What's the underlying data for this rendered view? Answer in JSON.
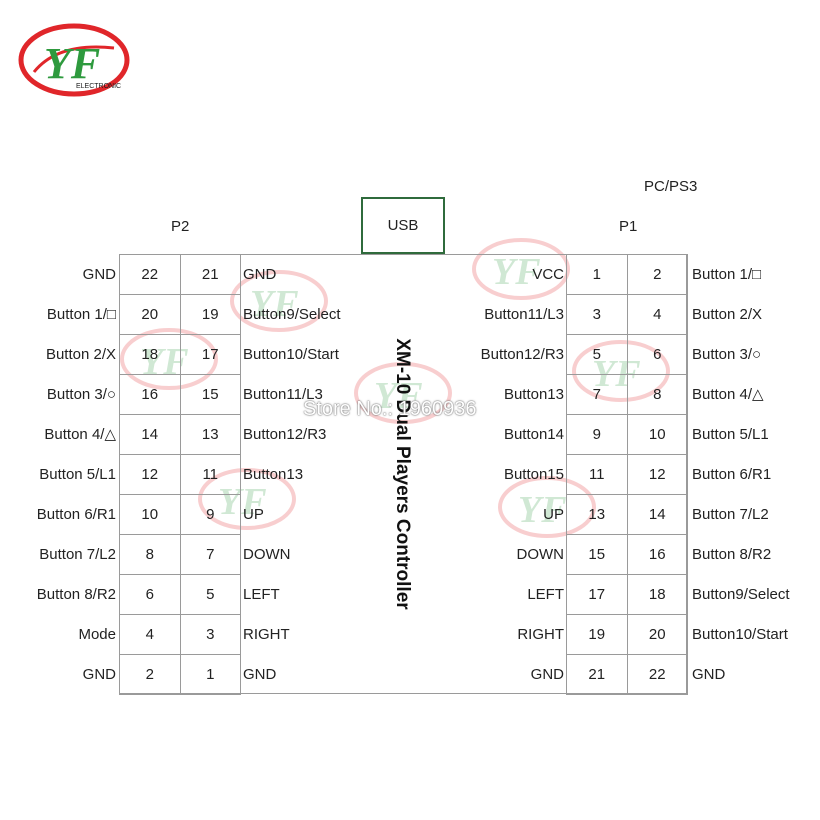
{
  "logo": {
    "brand_letters": "YF",
    "brand_subtext": "ELECTRONIC"
  },
  "header": {
    "mode_label": "PC/PS3",
    "p2_label": "P2",
    "p1_label": "P1",
    "usb_label": "USB"
  },
  "title": "XM-10 Dual Players Controller",
  "watermark": "Store No.: 1960936",
  "p2": {
    "rows": [
      {
        "left_label": "GND",
        "left_pin": "22",
        "right_pin": "21",
        "right_label": "GND"
      },
      {
        "left_label": "Button 1/□",
        "left_pin": "20",
        "right_pin": "19",
        "right_label": "Button9/Select"
      },
      {
        "left_label": "Button 2/X",
        "left_pin": "18",
        "right_pin": "17",
        "right_label": "Button10/Start"
      },
      {
        "left_label": "Button 3/○",
        "left_pin": "16",
        "right_pin": "15",
        "right_label": "Button11/L3"
      },
      {
        "left_label": "Button 4/△",
        "left_pin": "14",
        "right_pin": "13",
        "right_label": "Button12/R3"
      },
      {
        "left_label": "Button 5/L1",
        "left_pin": "12",
        "right_pin": "11",
        "right_label": "Button13"
      },
      {
        "left_label": "Button 6/R1",
        "left_pin": "10",
        "right_pin": "9",
        "right_label": "UP"
      },
      {
        "left_label": "Button 7/L2",
        "left_pin": "8",
        "right_pin": "7",
        "right_label": "DOWN"
      },
      {
        "left_label": "Button 8/R2",
        "left_pin": "6",
        "right_pin": "5",
        "right_label": "LEFT"
      },
      {
        "left_label": "Mode",
        "left_pin": "4",
        "right_pin": "3",
        "right_label": "RIGHT"
      },
      {
        "left_label": "GND",
        "left_pin": "2",
        "right_pin": "1",
        "right_label": "GND"
      }
    ]
  },
  "p1": {
    "rows": [
      {
        "left_label": "VCC",
        "left_pin": "1",
        "right_pin": "2",
        "right_label": "Button 1/□"
      },
      {
        "left_label": "Button11/L3",
        "left_pin": "3",
        "right_pin": "4",
        "right_label": "Button 2/X"
      },
      {
        "left_label": "Button12/R3",
        "left_pin": "5",
        "right_pin": "6",
        "right_label": "Button 3/○"
      },
      {
        "left_label": "Button13",
        "left_pin": "7",
        "right_pin": "8",
        "right_label": "Button 4/△"
      },
      {
        "left_label": "Button14",
        "left_pin": "9",
        "right_pin": "10",
        "right_label": "Button 5/L1"
      },
      {
        "left_label": "Button15",
        "left_pin": "11",
        "right_pin": "12",
        "right_label": "Button 6/R1"
      },
      {
        "left_label": "UP",
        "left_pin": "13",
        "right_pin": "14",
        "right_label": "Button 7/L2"
      },
      {
        "left_label": "DOWN",
        "left_pin": "15",
        "right_pin": "16",
        "right_label": "Button 8/R2"
      },
      {
        "left_label": "LEFT",
        "left_pin": "17",
        "right_pin": "18",
        "right_label": "Button9/Select"
      },
      {
        "left_label": "RIGHT",
        "left_pin": "19",
        "right_pin": "20",
        "right_label": "Button10/Start"
      },
      {
        "left_label": "GND",
        "left_pin": "21",
        "right_pin": "22",
        "right_label": "GND"
      }
    ]
  },
  "colors": {
    "logo_red": "#e0262a",
    "logo_green": "#2e9a3e",
    "usb_border": "#2f6b3c",
    "grid": "#9a9a9a"
  }
}
